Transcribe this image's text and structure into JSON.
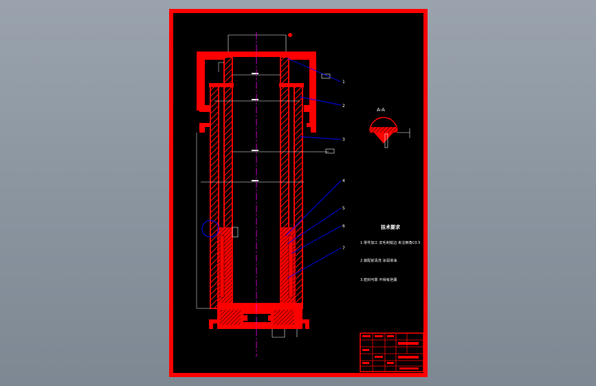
{
  "colors": {
    "viewport_bg": "#8b95a0",
    "sheet_bg": "#000000",
    "frame": "#ff0000",
    "centerline": "#ff00ff",
    "leader": "#0000ff",
    "dimension": "#ffffff",
    "hatch": "#ff0000"
  },
  "section_view": {
    "label": "A-A"
  },
  "technical_requirements": {
    "title": "技术要求",
    "items": [
      "1.零件加工 去毛刺锐边 未注倒角C0.5",
      "2.装配前清洗 涂润滑油",
      "3.密封可靠 不得有泄漏"
    ]
  },
  "part_numbers": [
    "1",
    "2",
    "3",
    "4",
    "5",
    "6",
    "7"
  ],
  "title_block": {
    "rows": 5
  }
}
